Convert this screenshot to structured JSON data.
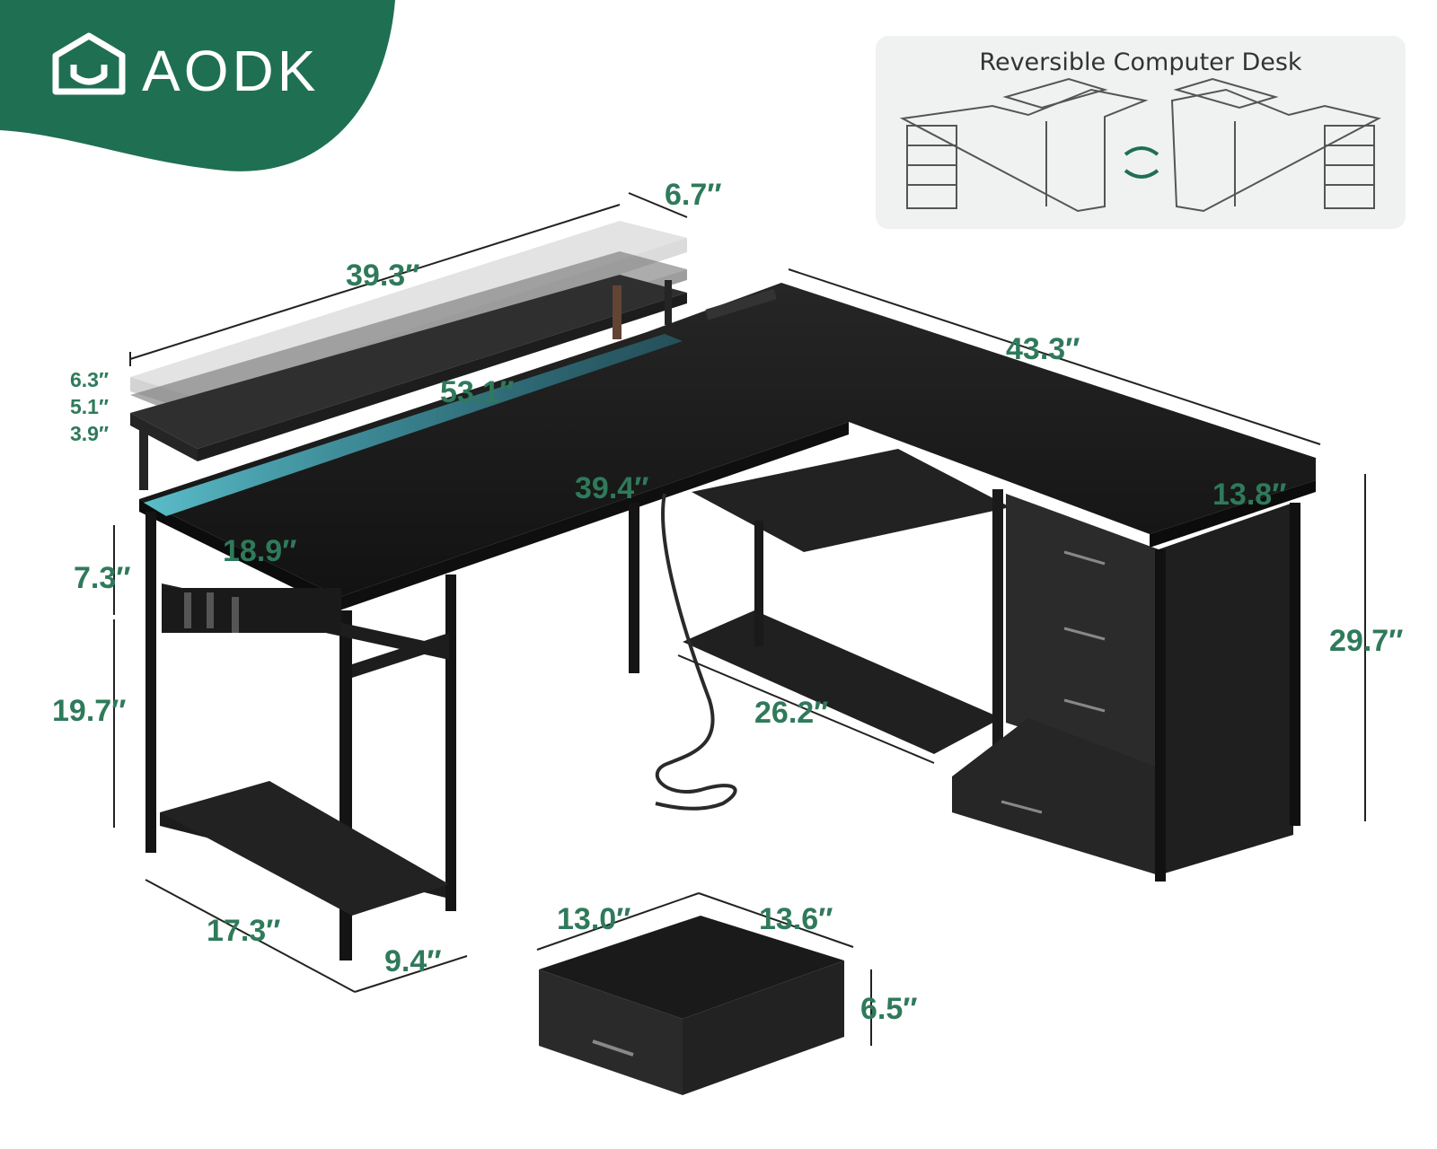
{
  "brand": {
    "name": "AODK",
    "accent": "#1f6f53",
    "logo": "house-outline-logo"
  },
  "inset": {
    "title": "Reversible Computer Desk",
    "icon": "swap-arrows-icon"
  },
  "colors": {
    "dimension": "#2f7a5b",
    "desk": "#1c1c1c",
    "led": "#6ff0ff"
  },
  "dimensions": {
    "riser_length": "39.3″",
    "riser_depth": "6.7″",
    "riser_h1": "6.3″",
    "riser_h2": "5.1″",
    "riser_h3": "3.9″",
    "desk_length": "53.1″",
    "return_length": "43.3″",
    "inner_length": "39.4″",
    "desk_depth": "18.9″",
    "return_depth": "13.8″",
    "shelf_gap": "7.3″",
    "lower_height": "19.7″",
    "total_height": "29.7″",
    "bottom_shelf": "26.2″",
    "shelf_width": "17.3″",
    "shelf_depth": "9.4″",
    "drawer_w": "13.0″",
    "drawer_d": "13.6″",
    "drawer_h": "6.5″"
  }
}
